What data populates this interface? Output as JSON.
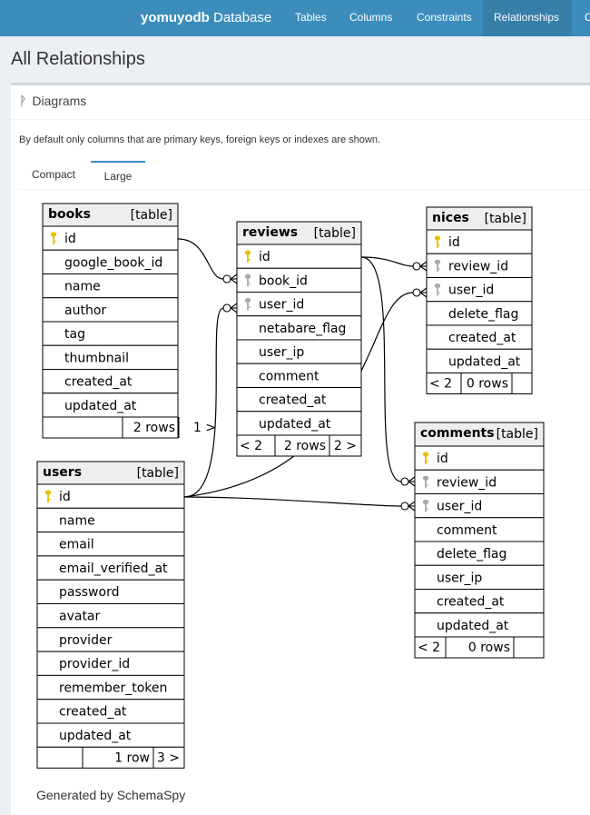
{
  "navbar": {
    "brand_name": "yomuyodb",
    "brand_suffix": "Database",
    "items": [
      {
        "label": "Tables",
        "active": false
      },
      {
        "label": "Columns",
        "active": false
      },
      {
        "label": "Constraints",
        "active": false
      },
      {
        "label": "Relationships",
        "active": true
      },
      {
        "label": "O",
        "active": false
      }
    ]
  },
  "page": {
    "title": "All Relationships",
    "box_title": "Diagrams",
    "note": "By default only columns that are primary keys, foreign keys or indexes are shown.",
    "tabs": [
      "Compact",
      "Large"
    ],
    "active_tab": "Large",
    "footer": "Generated by SchemaSpy"
  },
  "tables": [
    {
      "name": "books",
      "kind": "[table]",
      "columns": [
        {
          "name": "id",
          "key": "pk"
        },
        {
          "name": "google_book_id",
          "key": ""
        },
        {
          "name": "name",
          "key": ""
        },
        {
          "name": "author",
          "key": ""
        },
        {
          "name": "tag",
          "key": ""
        },
        {
          "name": "thumbnail",
          "key": ""
        },
        {
          "name": "created_at",
          "key": ""
        },
        {
          "name": "updated_at",
          "key": ""
        }
      ],
      "footer": [
        "",
        "2 rows",
        "1 >"
      ]
    },
    {
      "name": "reviews",
      "kind": "[table]",
      "columns": [
        {
          "name": "id",
          "key": "pk"
        },
        {
          "name": "book_id",
          "key": "fk"
        },
        {
          "name": "user_id",
          "key": "fk"
        },
        {
          "name": "netabare_flag",
          "key": ""
        },
        {
          "name": "user_ip",
          "key": ""
        },
        {
          "name": "comment",
          "key": ""
        },
        {
          "name": "created_at",
          "key": ""
        },
        {
          "name": "updated_at",
          "key": ""
        }
      ],
      "footer": [
        "< 2",
        "2 rows",
        "2 >"
      ]
    },
    {
      "name": "nices",
      "kind": "[table]",
      "columns": [
        {
          "name": "id",
          "key": "pk"
        },
        {
          "name": "review_id",
          "key": "fk"
        },
        {
          "name": "user_id",
          "key": "fk"
        },
        {
          "name": "delete_flag",
          "key": ""
        },
        {
          "name": "created_at",
          "key": ""
        },
        {
          "name": "updated_at",
          "key": ""
        }
      ],
      "footer": [
        "< 2",
        "0 rows",
        ""
      ]
    },
    {
      "name": "comments",
      "kind": "[table]",
      "columns": [
        {
          "name": "id",
          "key": "pk"
        },
        {
          "name": "review_id",
          "key": "fk"
        },
        {
          "name": "user_id",
          "key": "fk"
        },
        {
          "name": "comment",
          "key": ""
        },
        {
          "name": "delete_flag",
          "key": ""
        },
        {
          "name": "user_ip",
          "key": ""
        },
        {
          "name": "created_at",
          "key": ""
        },
        {
          "name": "updated_at",
          "key": ""
        }
      ],
      "footer": [
        "< 2",
        "0 rows",
        ""
      ]
    },
    {
      "name": "users",
      "kind": "[table]",
      "columns": [
        {
          "name": "id",
          "key": "pk"
        },
        {
          "name": "name",
          "key": ""
        },
        {
          "name": "email",
          "key": ""
        },
        {
          "name": "email_verified_at",
          "key": ""
        },
        {
          "name": "password",
          "key": ""
        },
        {
          "name": "avatar",
          "key": ""
        },
        {
          "name": "provider",
          "key": ""
        },
        {
          "name": "provider_id",
          "key": ""
        },
        {
          "name": "remember_token",
          "key": ""
        },
        {
          "name": "created_at",
          "key": ""
        },
        {
          "name": "updated_at",
          "key": ""
        }
      ],
      "footer": [
        "",
        "1 row",
        "3 >"
      ]
    }
  ],
  "relationships": [
    {
      "from": "books.id",
      "to": "reviews.book_id"
    },
    {
      "from": "users.id",
      "to": "reviews.user_id"
    },
    {
      "from": "reviews.id",
      "to": "nices.review_id"
    },
    {
      "from": "users.id",
      "to": "nices.user_id"
    },
    {
      "from": "reviews.id",
      "to": "comments.review_id"
    },
    {
      "from": "users.id",
      "to": "comments.user_id"
    }
  ],
  "icons": {
    "primary_key": "gold-key-icon",
    "foreign_key": "gray-key-icon",
    "diagram": "fork-icon"
  },
  "colors": {
    "navbar": "#3c8dbc",
    "navbar_active": "#367fa9",
    "key_gold": "#e6c200",
    "key_gray": "#aaaaaa",
    "header_fill": "#eeeeee"
  }
}
